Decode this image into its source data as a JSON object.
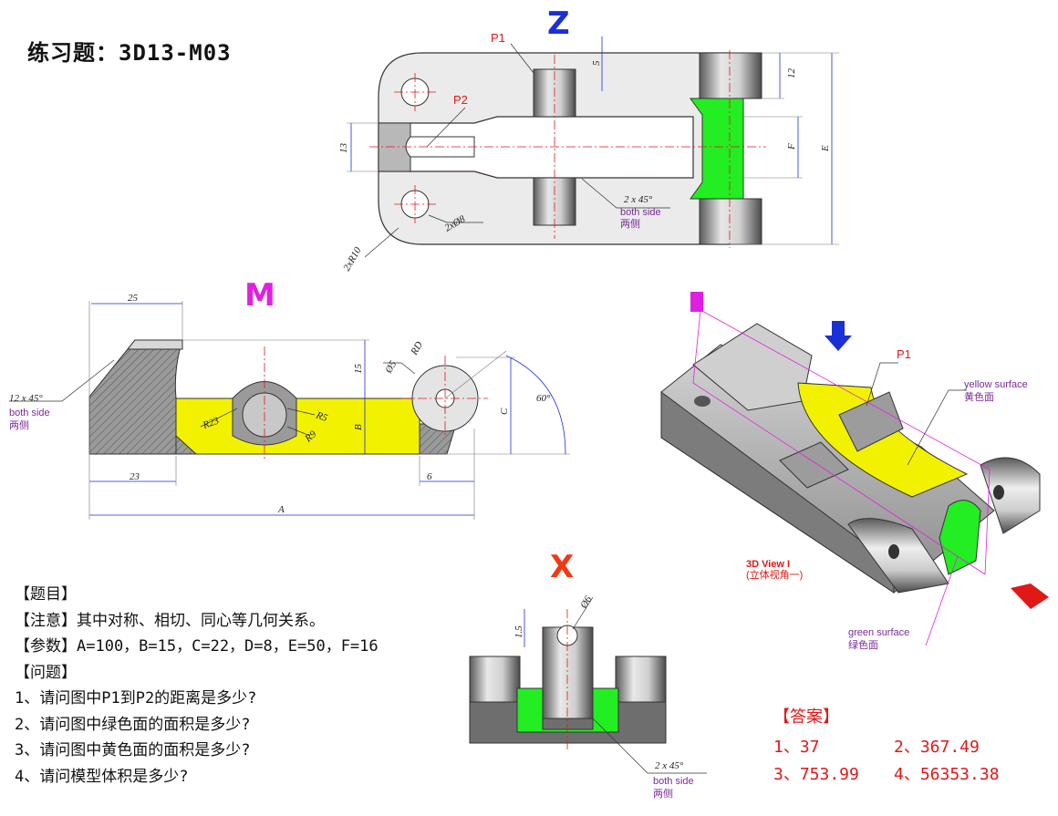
{
  "title": "练习题：3D13-M03",
  "views": {
    "z": "Z",
    "m": "M",
    "x": "X",
    "view3d": "3D View I",
    "view3d_cn": "(立体视角一)"
  },
  "tags": {
    "p1": "P1",
    "p2": "P2",
    "p1_3d": "P1",
    "yellow_en": "yellow surface",
    "yellow_cn": "黄色面",
    "green_en": "green surface",
    "green_cn": "绿色面"
  },
  "dims_z": {
    "d5": "5",
    "d12": "12",
    "d13": "13",
    "F": "F",
    "E": "E",
    "chamfer": "2 x 45°",
    "both_side": "both side",
    "both_side_cn": "两侧",
    "hole": "2xØ8",
    "radius": "2xR10"
  },
  "dims_m": {
    "d25": "25",
    "d15": "15",
    "B": "B",
    "C": "C",
    "d23": "23",
    "d6": "6",
    "A": "A",
    "R23": "R23",
    "R5": "R5",
    "R9": "R9",
    "dia5": "Ø5",
    "RD": "RD",
    "angle": "60°",
    "chamfer": "12 x 45°",
    "both_side": "both side",
    "both_side_cn": "两侧"
  },
  "dims_x": {
    "d15": "1.5",
    "dia6": "Ø6",
    "chamfer": "2 x 45°",
    "both_side": "both side",
    "both_side_cn": "两侧"
  },
  "questions": {
    "heading": "【题目】",
    "note": "【注意】其中对称、相切、同心等几何关系。",
    "params": "【参数】A=100，B=15，C=22，D=8，E=50，F=16",
    "ask": "【问题】",
    "q1": "1、请问图中P1到P2的距离是多少?",
    "q2": "2、请问图中绿色面的面积是多少?",
    "q3": "3、请问图中黄色面的面积是多少?",
    "q4": "4、请问模型体积是多少?"
  },
  "answers": {
    "heading": "【答案】",
    "a1": "1、37",
    "a2": "2、367.49",
    "a3": "3、753.99",
    "a4": "4、56353.38"
  },
  "colors": {
    "yellow": "#f2f200",
    "green": "#22ee22",
    "red_text": "#e01818",
    "blue_text": "#1a2fd8",
    "magenta_text": "#e020e0",
    "purple_text": "#7a2a9a"
  }
}
